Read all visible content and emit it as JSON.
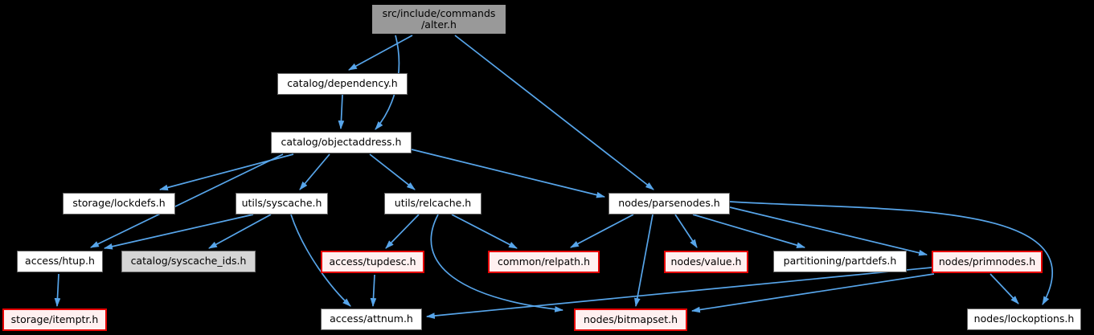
{
  "diagram": {
    "type": "include-dependency-graph",
    "background_color": "#000000",
    "edge_color": "#57a5ea",
    "node_styles": {
      "main": {
        "fill": "#999999",
        "border": "#000000"
      },
      "normal": {
        "fill": "#ffffff",
        "border": "#636363"
      },
      "gray": {
        "fill": "#d5d5d5",
        "border": "#747474"
      },
      "red": {
        "fill": "#fff0f0",
        "border": "#e60000"
      }
    }
  },
  "nodes": [
    {
      "id": "alter",
      "label": "src/include/commands/alter.h",
      "lines": [
        "src/include/commands",
        "/alter.h"
      ],
      "type": "main"
    },
    {
      "id": "dependency",
      "label": "catalog/dependency.h",
      "type": "normal"
    },
    {
      "id": "objectaddress",
      "label": "catalog/objectaddress.h",
      "type": "normal"
    },
    {
      "id": "lockdefs",
      "label": "storage/lockdefs.h",
      "type": "normal"
    },
    {
      "id": "syscache",
      "label": "utils/syscache.h",
      "type": "normal"
    },
    {
      "id": "relcache",
      "label": "utils/relcache.h",
      "type": "normal"
    },
    {
      "id": "parsenodes",
      "label": "nodes/parsenodes.h",
      "type": "normal"
    },
    {
      "id": "htup",
      "label": "access/htup.h",
      "type": "normal"
    },
    {
      "id": "syscache-ids",
      "label": "catalog/syscache_ids.h",
      "type": "gray"
    },
    {
      "id": "tupdesc",
      "label": "access/tupdesc.h",
      "type": "red"
    },
    {
      "id": "relpath",
      "label": "common/relpath.h",
      "type": "red"
    },
    {
      "id": "value",
      "label": "nodes/value.h",
      "type": "red"
    },
    {
      "id": "partdefs",
      "label": "partitioning/partdefs.h",
      "type": "normal"
    },
    {
      "id": "primnodes",
      "label": "nodes/primnodes.h",
      "type": "red"
    },
    {
      "id": "itemptr",
      "label": "storage/itemptr.h",
      "type": "red"
    },
    {
      "id": "attnum",
      "label": "access/attnum.h",
      "type": "normal"
    },
    {
      "id": "bitmapset",
      "label": "nodes/bitmapset.h",
      "type": "red"
    },
    {
      "id": "lockoptions",
      "label": "nodes/lockoptions.h",
      "type": "normal"
    }
  ],
  "edges": [
    {
      "from": "src/include/commands/alter.h",
      "to": "catalog/dependency.h"
    },
    {
      "from": "src/include/commands/alter.h",
      "to": "catalog/objectaddress.h"
    },
    {
      "from": "src/include/commands/alter.h",
      "to": "nodes/parsenodes.h"
    },
    {
      "from": "catalog/dependency.h",
      "to": "catalog/objectaddress.h"
    },
    {
      "from": "catalog/objectaddress.h",
      "to": "storage/lockdefs.h"
    },
    {
      "from": "catalog/objectaddress.h",
      "to": "access/htup.h"
    },
    {
      "from": "catalog/objectaddress.h",
      "to": "utils/syscache.h"
    },
    {
      "from": "catalog/objectaddress.h",
      "to": "utils/relcache.h"
    },
    {
      "from": "catalog/objectaddress.h",
      "to": "nodes/parsenodes.h"
    },
    {
      "from": "utils/syscache.h",
      "to": "access/htup.h"
    },
    {
      "from": "utils/syscache.h",
      "to": "catalog/syscache_ids.h"
    },
    {
      "from": "utils/syscache.h",
      "to": "access/attnum.h"
    },
    {
      "from": "access/htup.h",
      "to": "storage/itemptr.h"
    },
    {
      "from": "utils/relcache.h",
      "to": "access/tupdesc.h"
    },
    {
      "from": "utils/relcache.h",
      "to": "common/relpath.h"
    },
    {
      "from": "utils/relcache.h",
      "to": "nodes/bitmapset.h"
    },
    {
      "from": "access/tupdesc.h",
      "to": "access/attnum.h"
    },
    {
      "from": "nodes/parsenodes.h",
      "to": "common/relpath.h"
    },
    {
      "from": "nodes/parsenodes.h",
      "to": "nodes/value.h"
    },
    {
      "from": "nodes/parsenodes.h",
      "to": "partitioning/partdefs.h"
    },
    {
      "from": "nodes/parsenodes.h",
      "to": "nodes/primnodes.h"
    },
    {
      "from": "nodes/parsenodes.h",
      "to": "nodes/bitmapset.h"
    },
    {
      "from": "nodes/parsenodes.h",
      "to": "nodes/lockoptions.h"
    },
    {
      "from": "nodes/primnodes.h",
      "to": "access/attnum.h"
    },
    {
      "from": "nodes/primnodes.h",
      "to": "nodes/bitmapset.h"
    },
    {
      "from": "nodes/primnodes.h",
      "to": "nodes/lockoptions.h"
    }
  ]
}
